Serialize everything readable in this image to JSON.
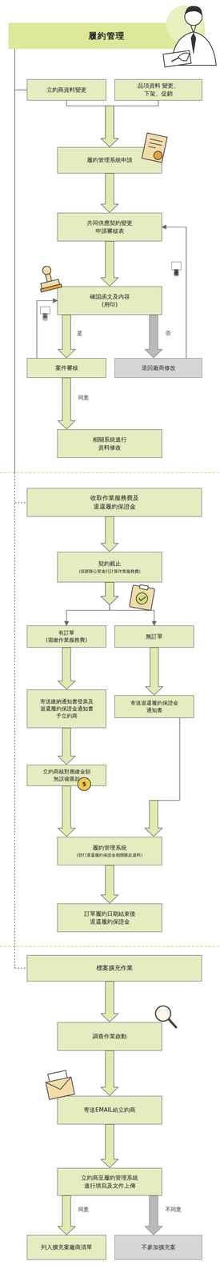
{
  "diagram": {
    "title": "履約管理",
    "nodes": [
      {
        "text": [
          "立約商資料變更"
        ]
      },
      {
        "text": [
          "品項資料 變更、下架、促銷"
        ]
      },
      {
        "text": [
          "履約管理系統申請"
        ]
      },
      {
        "text": [
          "共同供應契約變更 申請審核表"
        ]
      },
      {
        "text": [
          "確認函文及內容 (用印)"
        ]
      },
      {
        "text": [
          "案件審核"
        ]
      },
      {
        "text": [
          "退回廠商修改"
        ]
      },
      {
        "text": [
          "相關系統進行 資料修改"
        ]
      },
      {
        "text": [
          "收取作業服務費及 退還履約保證金"
        ]
      },
      {
        "text": [
          "契約截止",
          "(採購辦公室進行計算作業服務費)"
        ]
      },
      {
        "text": [
          "有訂單 (需繳作業服務費)"
        ]
      },
      {
        "text": [
          "無訂單"
        ]
      },
      {
        "text": [
          "寄送繳納通知書發票及 退還履約保證金通知書 予立約商"
        ]
      },
      {
        "text": [
          "寄送退還履約保證金 通知書"
        ]
      },
      {
        "text": [
          "立約商核對應繳金額 無誤後匯款"
        ]
      },
      {
        "text": [
          "履約管理系統",
          "(登打退還履約保證金相關匯款資料)"
        ]
      },
      {
        "text": [
          "訂單履約日期結束後 退還履約保證金"
        ]
      },
      {
        "text": [
          "標案擴充作業"
        ]
      },
      {
        "text": [
          "調查作業啟動"
        ]
      },
      {
        "text": [
          "寄送EMAIL給立約商"
        ]
      },
      {
        "text": [
          "立約商至履約管理系統 進行填寫及文件上傳"
        ]
      },
      {
        "text": [
          "列入擴充案廠商清單"
        ]
      },
      {
        "text": [
          "不參加擴充案"
        ]
      }
    ],
    "edges": [
      {
        "from": 0,
        "to": 2,
        "arrow": "to"
      },
      {
        "from": 1,
        "to": 2,
        "arrow": "to"
      },
      {
        "from": 2,
        "to": 3,
        "arrow": "to"
      },
      {
        "from": 3,
        "to": 4,
        "arrow": "to"
      },
      {
        "from": 4,
        "to": 5,
        "label": "是",
        "arrow": "to"
      },
      {
        "from": 4,
        "to": 6,
        "label": "否",
        "arrow": "to"
      },
      {
        "from": 5,
        "to": 4,
        "label": "不同意",
        "arrow": "to"
      },
      {
        "from": 6,
        "to": 3,
        "label": "重新送審",
        "arrow": "to"
      },
      {
        "from": 5,
        "to": 7,
        "label": "同意",
        "arrow": "to"
      },
      {
        "from": 8,
        "to": 9,
        "arrow": "to"
      },
      {
        "from": 9,
        "to": 10,
        "arrow": "to"
      },
      {
        "from": 9,
        "to": 11,
        "arrow": "to"
      },
      {
        "from": 10,
        "to": 12,
        "arrow": "to"
      },
      {
        "from": 11,
        "to": 13,
        "arrow": "to"
      },
      {
        "from": 12,
        "to": 14,
        "arrow": "to"
      },
      {
        "from": 14,
        "to": 15,
        "arrow": "to"
      },
      {
        "from": 13,
        "to": 15,
        "arrow": "to"
      },
      {
        "from": 15,
        "to": 16,
        "arrow": "to"
      },
      {
        "from": 17,
        "to": 18,
        "arrow": "to"
      },
      {
        "from": 18,
        "to": 19,
        "arrow": "to"
      },
      {
        "from": 19,
        "to": 20,
        "arrow": "to"
      },
      {
        "from": 20,
        "to": 21,
        "label": "同意",
        "arrow": "to"
      },
      {
        "from": 20,
        "to": 22,
        "label": "不同意",
        "arrow": "to"
      }
    ],
    "labels": [
      "$"
    ]
  }
}
